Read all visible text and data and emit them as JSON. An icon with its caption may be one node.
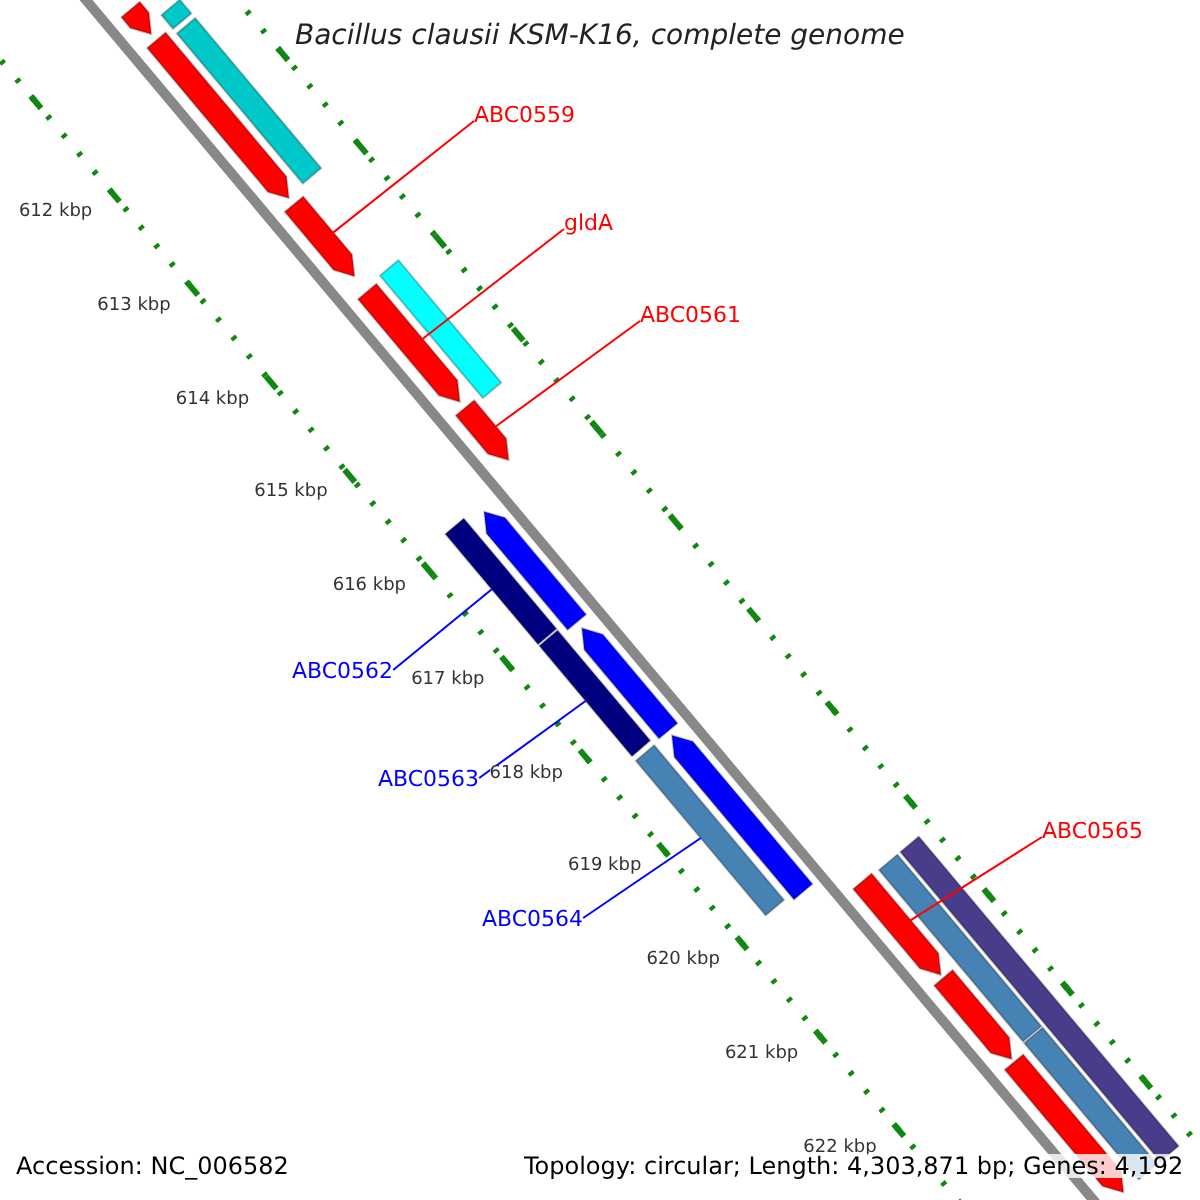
{
  "diagram": {
    "title": "Bacillus clausii KSM-K16, complete genome",
    "nodes": [
      {
        "text": [
          "ABC0559"
        ]
      },
      {
        "text": [
          "gldA"
        ]
      },
      {
        "text": [
          "ABC0561"
        ]
      },
      {
        "text": [
          "ABC0562"
        ]
      },
      {
        "text": [
          "ABC0563"
        ]
      },
      {
        "text": [
          "ABC0564"
        ]
      },
      {
        "text": [
          "ABC0565"
        ]
      },
      {
        "text": [],
        "shape": "arrow"
      },
      {
        "text": [],
        "shape": "bar"
      },
      {
        "text": [],
        "shape": "bar"
      },
      {
        "text": [],
        "shape": "arrow"
      },
      {
        "text": [],
        "shape": "arrow"
      },
      {
        "text": [],
        "shape": "bar"
      },
      {
        "text": [],
        "shape": "arrow"
      },
      {
        "text": [],
        "shape": "arrow"
      },
      {
        "text": [],
        "shape": "bar"
      },
      {
        "text": [],
        "shape": "arrow"
      },
      {
        "text": [],
        "shape": "bar"
      },
      {
        "text": [],
        "shape": "arrow"
      },
      {
        "text": [],
        "shape": "bar"
      },
      {
        "text": [],
        "shape": "arrow"
      },
      {
        "text": [],
        "shape": "arrow"
      },
      {
        "text": [],
        "shape": "bar"
      },
      {
        "text": [],
        "shape": "bar"
      },
      {
        "text": [],
        "shape": "arrow"
      },
      {
        "text": [],
        "shape": "bar"
      },
      {
        "text": [],
        "shape": "arrow"
      }
    ],
    "edges": [
      {
        "from": 0,
        "to": 11,
        "arrow": "none"
      },
      {
        "from": 1,
        "to": 13,
        "arrow": "none"
      },
      {
        "from": 2,
        "to": 14,
        "arrow": "none"
      },
      {
        "from": 3,
        "to": 15,
        "arrow": "none",
        "color": "#0000ff"
      },
      {
        "from": 4,
        "to": 17,
        "arrow": "none",
        "color": "#0000ff"
      },
      {
        "from": 5,
        "to": 19,
        "arrow": "none",
        "color": "#0000ff"
      },
      {
        "from": 6,
        "to": 21,
        "arrow": "none"
      }
    ],
    "labels": [
      "612 kbp",
      "613 kbp",
      "614 kbp",
      "615 kbp",
      "616 kbp",
      "617 kbp",
      "618 kbp",
      "619 kbp",
      "620 kbp",
      "621 kbp",
      "622 kbp",
      "Accession: NC_006582",
      "Topology: circular; Length: 4,303,871 bp; Genes: 4,192"
    ]
  }
}
